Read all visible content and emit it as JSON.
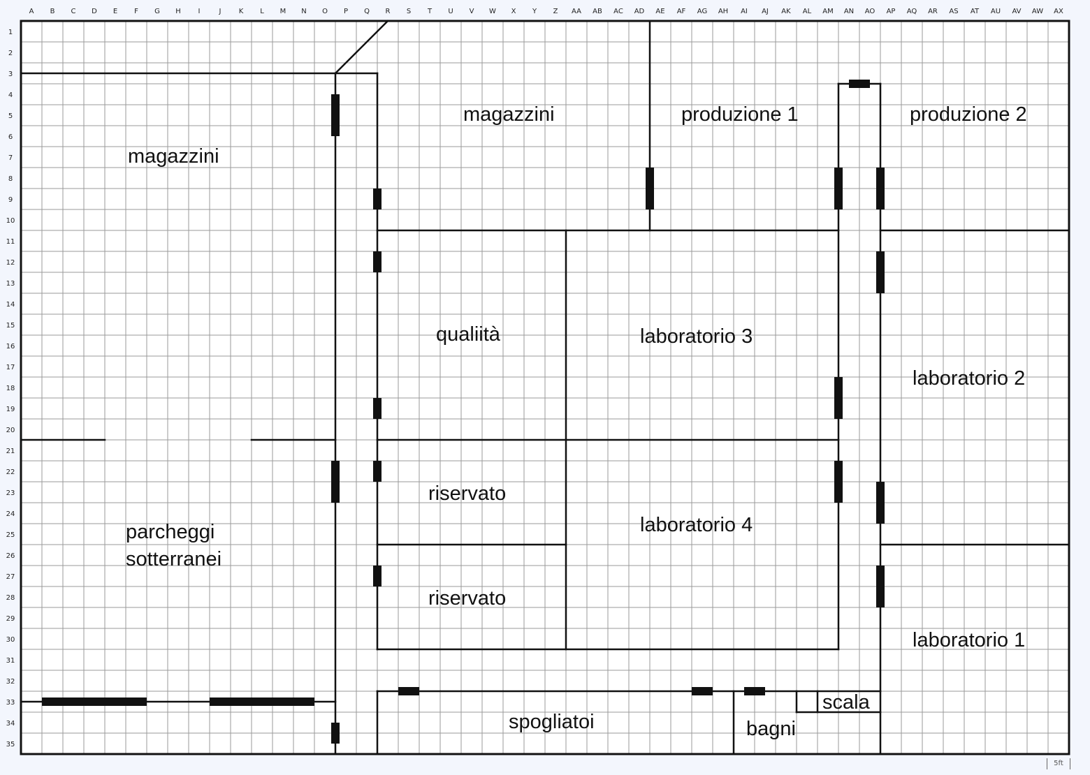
{
  "columns": [
    "A",
    "B",
    "C",
    "D",
    "E",
    "F",
    "G",
    "H",
    "I",
    "J",
    "K",
    "L",
    "M",
    "N",
    "O",
    "P",
    "Q",
    "R",
    "S",
    "T",
    "U",
    "V",
    "W",
    "X",
    "Y",
    "Z",
    "AA",
    "AB",
    "AC",
    "AD",
    "AE",
    "AF",
    "AG",
    "AH",
    "AI",
    "AJ",
    "AK",
    "AL",
    "AM",
    "AN",
    "AO",
    "AP",
    "AQ",
    "AR",
    "AS",
    "AT",
    "AU",
    "AV",
    "AW",
    "AX"
  ],
  "rows": [
    "1",
    "2",
    "3",
    "4",
    "5",
    "6",
    "7",
    "8",
    "9",
    "10",
    "11",
    "12",
    "13",
    "14",
    "15",
    "16",
    "17",
    "18",
    "19",
    "20",
    "21",
    "22",
    "23",
    "24",
    "25",
    "26",
    "27",
    "28",
    "29",
    "30",
    "31",
    "32",
    "33",
    "34",
    "35"
  ],
  "rooms": [
    {
      "id": "magazzini-west",
      "text": "magazzini"
    },
    {
      "id": "magazzini-north",
      "text": "magazzini"
    },
    {
      "id": "produzione-1",
      "text": "produzione 1"
    },
    {
      "id": "produzione-2",
      "text": "produzione 2"
    },
    {
      "id": "qualita",
      "text": "qualiità"
    },
    {
      "id": "laboratorio-3",
      "text": "laboratorio 3"
    },
    {
      "id": "laboratorio-2",
      "text": "laboratorio 2"
    },
    {
      "id": "riservato-1",
      "text": "riservato"
    },
    {
      "id": "laboratorio-4",
      "text": "laboratorio 4"
    },
    {
      "id": "parcheggi-1",
      "text": "parcheggi"
    },
    {
      "id": "parcheggi-2",
      "text": "sotterranei"
    },
    {
      "id": "riservato-2",
      "text": "riservato"
    },
    {
      "id": "laboratorio-1",
      "text": "laboratorio 1"
    },
    {
      "id": "spogliatoi",
      "text": "spogliatoi"
    },
    {
      "id": "bagni",
      "text": "bagni"
    },
    {
      "id": "scala",
      "text": "scala"
    }
  ],
  "scale": {
    "label": "5ft"
  },
  "colors": {
    "grid": "#9a9a9a",
    "wall": "#111111",
    "background": "#f3f6fd",
    "paper": "#ffffff"
  }
}
